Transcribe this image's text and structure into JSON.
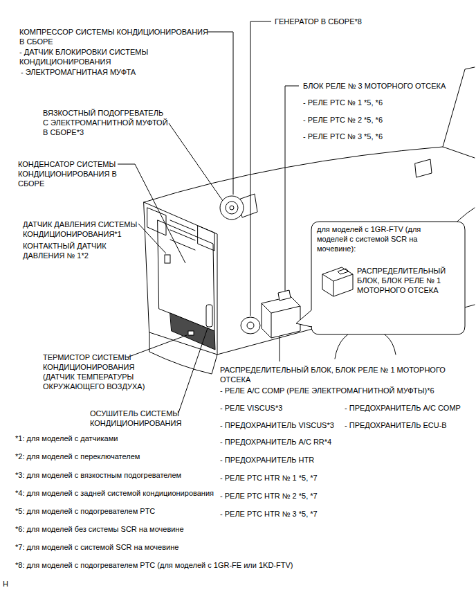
{
  "diagram": {
    "nodes": [
      {
        "text": [
          "для моделей с 1GR-FTV (для моделей с системой SCR на мочевине):",
          "РАСПРЕДЕЛИТЕЛЬНЫЙ БЛОК, БЛОК РЕЛЕ № 1 МОТОРНОГО ОТСЕКА"
        ]
      }
    ],
    "labels": [
      "КОМПРЕССОР СИСТЕМЫ КОНДИЦИОНИРОВАНИЯ В СБОРЕ",
      "- ДАТЧИК БЛОКИРОВКИ СИСТЕМЫ КОНДИЦИОНИРОВАНИЯ",
      "- ЭЛЕКТРОМАГНИТНАЯ МУФТА",
      "ГЕНЕРАТОР В СБОРЕ*8",
      "БЛОК РЕЛЕ № 3 МОТОРНОГО ОТСЕКА",
      "- РЕЛЕ PTC № 1 *5, *6",
      "- РЕЛЕ PTC № 2 *5, *6",
      "- РЕЛЕ PTC № 3 *5, *6",
      "ВЯЗКОСТНЫЙ ПОДОГРЕВАТЕЛЬ С ЭЛЕКТРОМАГНИТНОЙ МУФТОЙ В СБОРЕ*3",
      "КОНДЕНСАТОР СИСТЕМЫ КОНДИЦИОНИРОВАНИЯ В СБОРЕ",
      "ДАТЧИК ДАВЛЕНИЯ СИСТЕМЫ КОНДИЦИОНИРОВАНИЯ*1",
      "КОНТАКТНЫЙ ДАТЧИК ДАВЛЕНИЯ № 1*2",
      "ТЕРМИСТОР СИСТЕМЫ КОНДИЦИОНИРОВАНИЯ (ДАТЧИК ТЕМПЕРАТУРЫ ОКРУЖАЮЩЕГО ВОЗДУХА)",
      "РАСПРЕДЕЛИТЕЛЬНЫЙ БЛОК, БЛОК РЕЛЕ № 1 МОТОРНОГО ОТСЕКА",
      "- РЕЛЕ A/C COMP (РЕЛЕ ЭЛЕКТРОМАГНИТНОЙ МУФТЫ)*6",
      "- РЕЛЕ VISCUS*3",
      "- ПРЕДОХРАНИТЕЛЬ VISCUS*3",
      "- ПРЕДОХРАНИТЕЛЬ A/C RR*4",
      "- ПРЕДОХРАНИТЕЛЬ HTR",
      "- РЕЛЕ PTC HTR № 1 *5, *7",
      "- РЕЛЕ PTC HTR № 2 *5, *7",
      "- РЕЛЕ PTC HTR № 3 *5, *7",
      "- ПРЕДОХРАНИТЕЛЬ A/C COMP",
      "- ПРЕДОХРАНИТЕЛЬ ECU-B",
      "ОСУШИТЕЛЬ СИСТЕМЫ КОНДИЦИОНИРОВАНИЯ",
      "*1: для моделей с датчиками",
      "*2: для моделей с переключателем",
      "*3: для моделей с вязкостным подогревателем",
      "*4: для моделей с задней системой кондиционирования",
      "*5: для моделей с подогревателем PTC",
      "*6: для моделей без системы SCR на мочевине",
      "*7: для моделей с системой SCR на мочевине",
      "*8: для моделей с подогревателем PTC (для моделей с 1GR-FE или 1KD-FTV)",
      "H"
    ]
  }
}
